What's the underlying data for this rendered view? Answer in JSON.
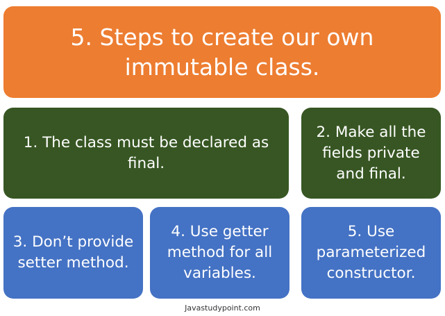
{
  "title": "5. Steps to create our own immutable class.",
  "steps": [
    "1. The class must be declared as final.",
    "2. Make all the fields private and final.",
    "3. Don’t provide setter method.",
    "4. Use getter method for all variables.",
    "5. Use parameterized constructor."
  ],
  "footer": "Javastudypoint.com",
  "colors": {
    "title_bg": "#ed7d31",
    "row1_bg": "#375623",
    "row2_bg": "#4472c4",
    "text": "#ffffff"
  }
}
